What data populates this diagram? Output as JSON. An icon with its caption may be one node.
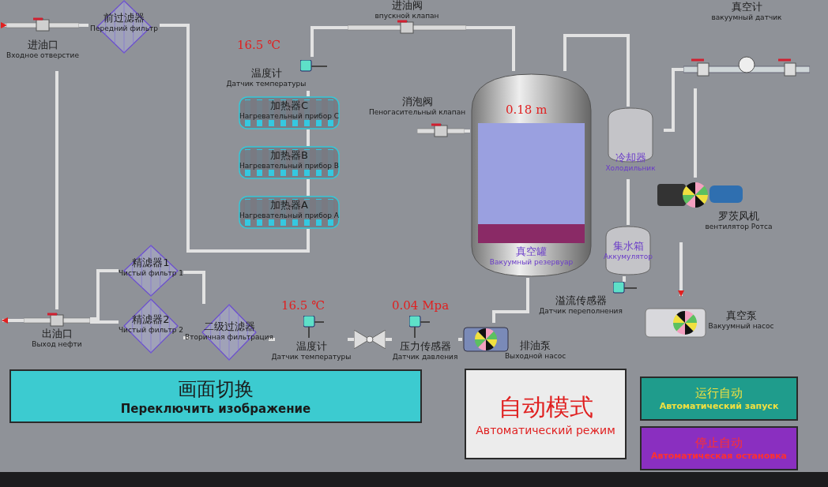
{
  "diagram": {
    "nodes": [
      {
        "text": [
          "进油口",
          "Входное отверстие"
        ]
      },
      {
        "text": [
          "前过滤器",
          "Передний фильтр"
        ]
      },
      {
        "text": [
          "温度计",
          "Датчик температуры"
        ],
        "beside": [
          "16.5 ℃"
        ]
      },
      {
        "text": [
          "加热器C",
          "Нагревательный прибор C"
        ]
      },
      {
        "text": [
          "加热器B",
          "Нагревательный прибор B"
        ]
      },
      {
        "text": [
          "加热器A",
          "Нагревательный прибор A"
        ]
      },
      {
        "text": [
          "进油阀",
          "впускной клапан"
        ]
      },
      {
        "text": [
          "消泡阀",
          "Пеногасительный клапан"
        ]
      },
      {
        "text": [
          "0.18 m",
          "真空罐",
          "Вакуумный резервуар"
        ]
      },
      {
        "text": [
          "冷却器",
          "Холодильник"
        ]
      },
      {
        "text": [
          "集水箱",
          "Аккумулятор"
        ]
      },
      {
        "text": [
          "溢流传感器",
          "Датчик переполнения"
        ]
      },
      {
        "text": [
          "真空计",
          "вакуумный датчик"
        ]
      },
      {
        "text": [
          "罗茨风机",
          "вентилятор Ротса"
        ]
      },
      {
        "text": [
          "真空泵",
          "Вакуумный насос"
        ]
      },
      {
        "text": [
          "排油泵",
          "Выходной насос"
        ]
      },
      {
        "text": [
          "压力传感器",
          "Датчик давления"
        ],
        "beside": [
          "0.04 Mpa"
        ]
      },
      {
        "text": [
          "温度计",
          "Датчик температуры"
        ],
        "beside": [
          "16.5 ℃"
        ]
      },
      {
        "text": [
          "二级过滤器",
          "Вторичная фильтрация"
        ]
      },
      {
        "text": [
          "精滤器1",
          "Чистый фильтр 1"
        ]
      },
      {
        "text": [
          "精滤器2",
          "Чистый фильтр 2"
        ]
      },
      {
        "text": [
          "出油口",
          "Выход нефти"
        ]
      },
      {
        "text": [
          "画面切换",
          "Переключить изображение"
        ]
      },
      {
        "text": [
          "自动模式",
          "Автоматический режим"
        ]
      },
      {
        "text": [
          "运行自动",
          "Автоматический запуск"
        ]
      },
      {
        "text": [
          "停止自动",
          "Автоматическая остановка"
        ]
      },
      {
        "text": [],
        "shape": "valve"
      }
    ],
    "edges": [
      {
        "from": null,
        "to": 0,
        "arrow": "to"
      },
      {
        "from": 0,
        "to": 1,
        "arrow": "none"
      },
      {
        "from": 1,
        "to": 5,
        "arrow": "none"
      },
      {
        "from": 5,
        "to": 4,
        "arrow": "none"
      },
      {
        "from": 4,
        "to": 3,
        "arrow": "none"
      },
      {
        "from": 3,
        "to": 2,
        "arrow": "none"
      },
      {
        "from": 2,
        "to": 6,
        "arrow": "none"
      },
      {
        "from": 6,
        "to": 8,
        "arrow": "none"
      },
      {
        "from": 7,
        "to": 8,
        "arrow": "none"
      },
      {
        "from": 8,
        "to": 9,
        "arrow": "none"
      },
      {
        "from": 9,
        "to": 10,
        "arrow": "none"
      },
      {
        "from": 11,
        "to": 10,
        "arrow": "none"
      },
      {
        "from": 9,
        "to": 12,
        "arrow": "none"
      },
      {
        "from": 12,
        "to": 13,
        "arrow": "none"
      },
      {
        "from": 13,
        "to": 14,
        "arrow": "to"
      },
      {
        "from": 8,
        "to": 15,
        "arrow": "none"
      },
      {
        "from": 15,
        "to": 16,
        "arrow": "none"
      },
      {
        "from": 16,
        "to": 26,
        "arrow": "none"
      },
      {
        "from": 26,
        "to": 17,
        "arrow": "none"
      },
      {
        "from": 17,
        "to": 18,
        "arrow": "none"
      },
      {
        "from": 18,
        "to": 20,
        "arrow": "none"
      },
      {
        "from": 18,
        "to": 19,
        "arrow": "none"
      },
      {
        "from": 19,
        "to": 21,
        "arrow": "none"
      },
      {
        "from": 20,
        "to": 21,
        "arrow": "none"
      },
      {
        "from": 21,
        "to": null,
        "arrow": "to"
      },
      {
        "from": 0,
        "to": 21,
        "arrow": "none"
      }
    ]
  }
}
